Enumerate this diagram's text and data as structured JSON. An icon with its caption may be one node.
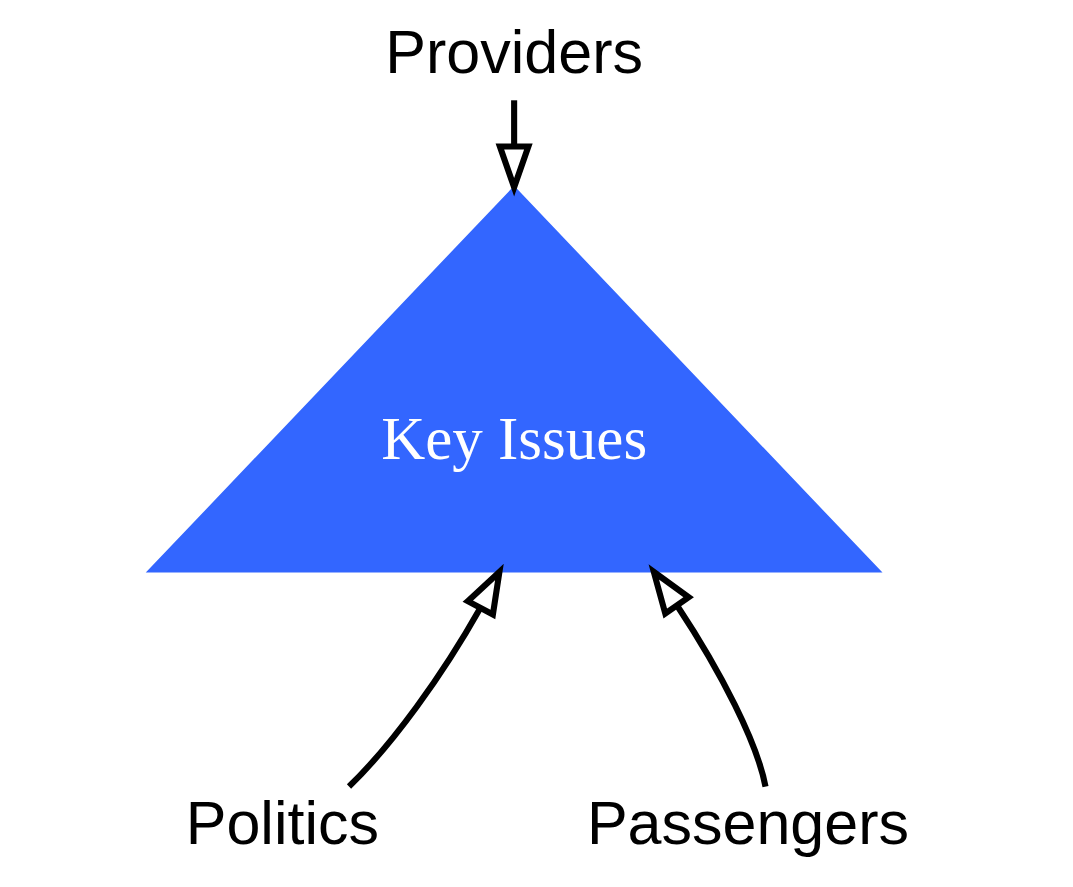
{
  "diagram": {
    "nodes": [
      {
        "text": [
          "Providers"
        ]
      },
      {
        "text": [
          "Key Issues"
        ]
      },
      {
        "text": [
          "Politics"
        ]
      },
      {
        "text": [
          "Passengers"
        ]
      }
    ],
    "edges": [
      {
        "from": 0,
        "to": 1,
        "arrow": "to"
      },
      {
        "from": 2,
        "to": 1,
        "arrow": "to"
      },
      {
        "from": 3,
        "to": 1,
        "arrow": "to"
      }
    ]
  }
}
